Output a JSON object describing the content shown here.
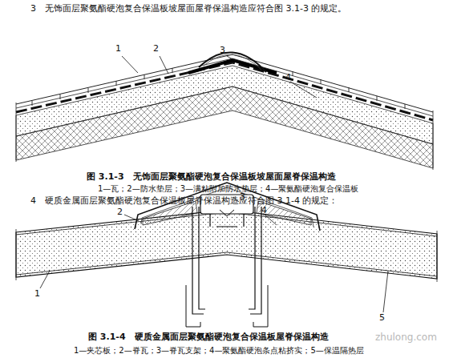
{
  "diagram": {
    "labels": [
      "3　无饰面层聚氨酯硬泡复合保温板坡屋面屋脊保温构造应符合图 3.1-3 的规定。",
      "1",
      "2",
      "3",
      "4",
      "图 3.1-3　无饰面层聚氨酯硬泡复合保温板坡屋面屋脊保温构造",
      "1—瓦；2—防水垫层；3—满粘附加防水垫层；4—聚氨酯硬泡复合保温板",
      "4　硬质金属面层聚氨酯硬泡复合保温板屋脊保温构造应符合图 3.1-4 的规定：",
      "2",
      "3",
      "4",
      "1",
      "5",
      "图 3.1-4　硬质金属面层聚氨酯硬泡复合保温板屋脊保温构造",
      "1—夹芯板；2—脊瓦；3—脊瓦支架；4—聚氨酯硬泡条点粘挤实；5—保温隔热层",
      "zhulong.com"
    ]
  }
}
